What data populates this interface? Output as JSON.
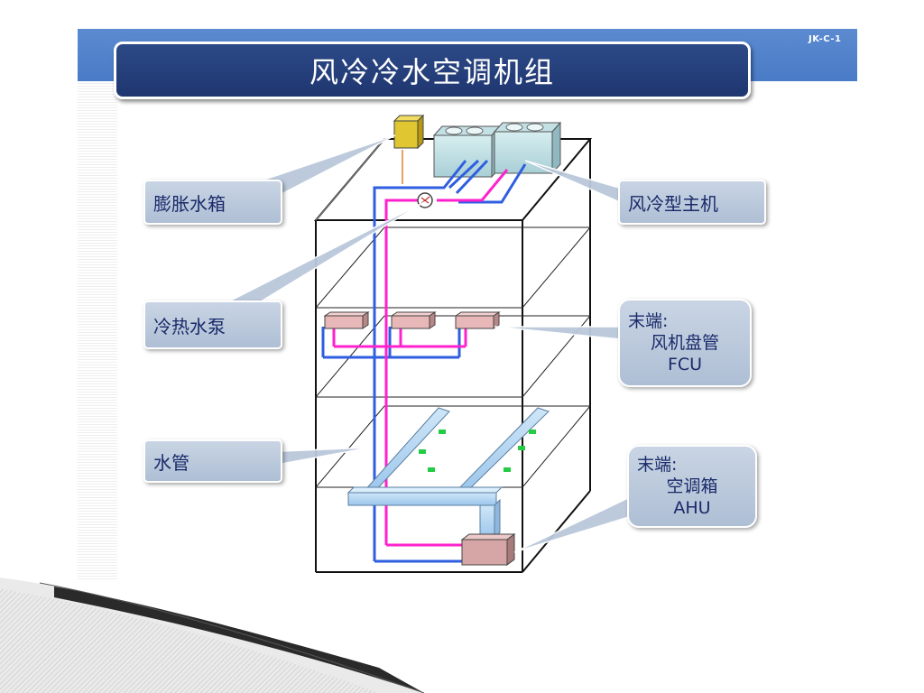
{
  "slide": {
    "id": "JK-C-1",
    "title": "风冷冷水空调机组"
  },
  "callouts": {
    "expansion_tank": "膨胀水箱",
    "chiller": "风冷型主机",
    "pump": "冷热水泵",
    "fcu_line1": "末端:",
    "fcu_line2": "风机盘管",
    "fcu_line3": "FCU",
    "pipe": "水管",
    "ahu_line1": "末端:",
    "ahu_line2": "空调箱",
    "ahu_line3": "AHU"
  },
  "colors": {
    "header_band": "#4a7bc6",
    "title_box": "#1f3670",
    "supply_pipe": "#ff22cc",
    "return_pipe": "#2f5fe0",
    "unit_box": "#c8e4e8",
    "callout_fill": "#b8c7da",
    "fcu_fill": "#e8b8b8"
  }
}
